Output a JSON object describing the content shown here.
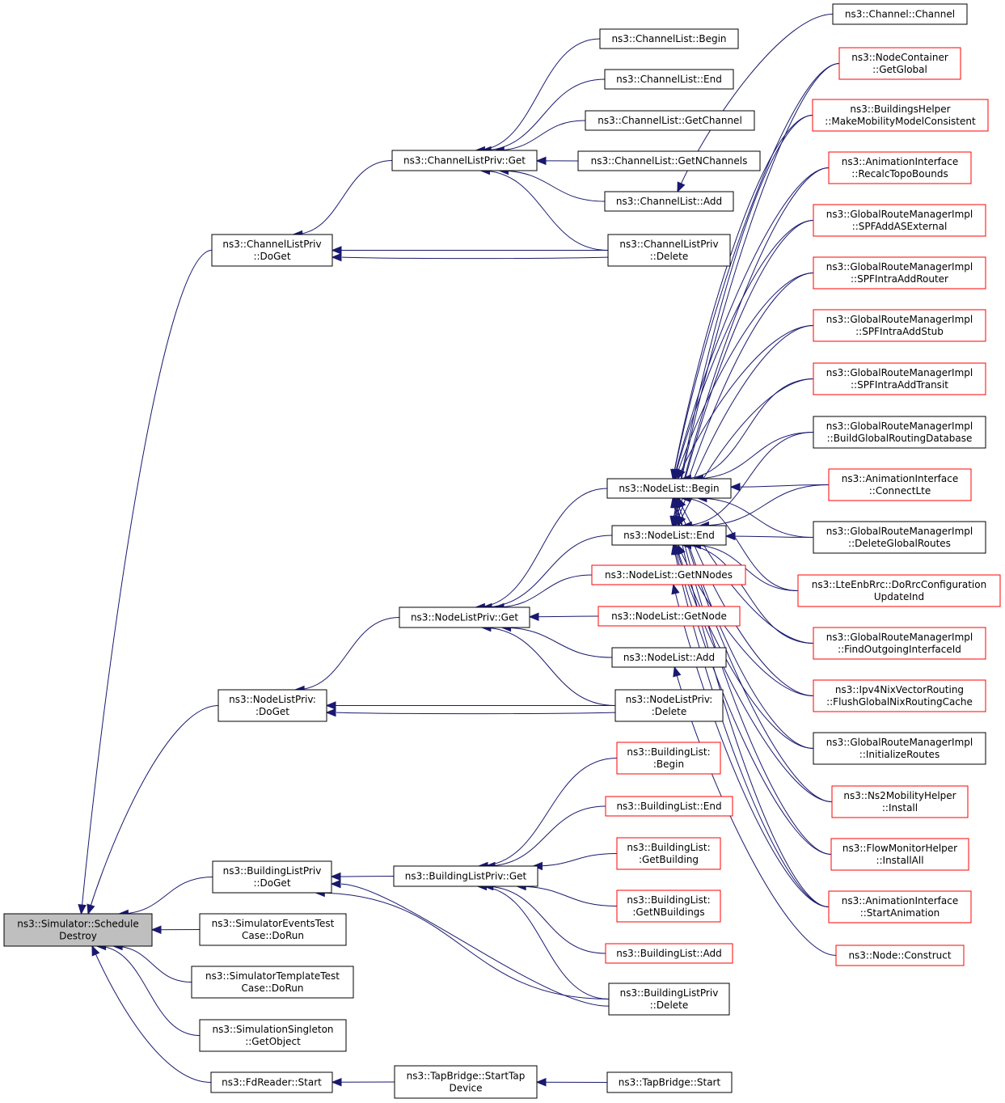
{
  "nodes": [
    {
      "id": "root",
      "lines": [
        "ns3::Simulator::Schedule",
        "Destroy"
      ],
      "style": "root"
    },
    {
      "id": "clp_doget",
      "lines": [
        "ns3::ChannelListPriv",
        "::DoGet"
      ],
      "style": "normal"
    },
    {
      "id": "nlp_doget",
      "lines": [
        "ns3::NodeListPriv:",
        ":DoGet"
      ],
      "style": "normal"
    },
    {
      "id": "blp_doget",
      "lines": [
        "ns3::BuildingListPriv",
        "::DoGet"
      ],
      "style": "normal"
    },
    {
      "id": "sim_events",
      "lines": [
        "ns3::SimulatorEventsTest",
        "Case::DoRun"
      ],
      "style": "normal"
    },
    {
      "id": "sim_template",
      "lines": [
        "ns3::SimulatorTemplateTest",
        "Case::DoRun"
      ],
      "style": "normal"
    },
    {
      "id": "sim_singleton",
      "lines": [
        "ns3::SimulationSingleton",
        "::GetObject"
      ],
      "style": "normal"
    },
    {
      "id": "fdreader",
      "lines": [
        "ns3::FdReader::Start"
      ],
      "style": "normal"
    },
    {
      "id": "clp_get",
      "lines": [
        "ns3::ChannelListPriv::Get"
      ],
      "style": "normal"
    },
    {
      "id": "nlp_get",
      "lines": [
        "ns3::NodeListPriv::Get"
      ],
      "style": "normal"
    },
    {
      "id": "blp_get",
      "lines": [
        "ns3::BuildingListPriv::Get"
      ],
      "style": "normal"
    },
    {
      "id": "tb_starttap",
      "lines": [
        "ns3::TapBridge::StartTap",
        "Device"
      ],
      "style": "normal"
    },
    {
      "id": "cl_begin",
      "lines": [
        "ns3::ChannelList::Begin"
      ],
      "style": "normal"
    },
    {
      "id": "cl_end",
      "lines": [
        "ns3::ChannelList::End"
      ],
      "style": "normal"
    },
    {
      "id": "cl_getchannel",
      "lines": [
        "ns3::ChannelList::GetChannel"
      ],
      "style": "normal"
    },
    {
      "id": "cl_getn",
      "lines": [
        "ns3::ChannelList::GetNChannels"
      ],
      "style": "normal"
    },
    {
      "id": "cl_add",
      "lines": [
        "ns3::ChannelList::Add"
      ],
      "style": "normal"
    },
    {
      "id": "clp_delete",
      "lines": [
        "ns3::ChannelListPriv",
        "::Delete"
      ],
      "style": "normal"
    },
    {
      "id": "nl_begin",
      "lines": [
        "ns3::NodeList::Begin"
      ],
      "style": "normal"
    },
    {
      "id": "nl_end",
      "lines": [
        "ns3::NodeList::End"
      ],
      "style": "normal"
    },
    {
      "id": "nl_getn",
      "lines": [
        "ns3::NodeList::GetNNodes"
      ],
      "style": "red"
    },
    {
      "id": "nl_getnode",
      "lines": [
        "ns3::NodeList::GetNode"
      ],
      "style": "red"
    },
    {
      "id": "nl_add",
      "lines": [
        "ns3::NodeList::Add"
      ],
      "style": "normal"
    },
    {
      "id": "nlp_delete",
      "lines": [
        "ns3::NodeListPriv:",
        ":Delete"
      ],
      "style": "normal"
    },
    {
      "id": "bl_begin",
      "lines": [
        "ns3::BuildingList:",
        ":Begin"
      ],
      "style": "red"
    },
    {
      "id": "bl_end",
      "lines": [
        "ns3::BuildingList::End"
      ],
      "style": "red"
    },
    {
      "id": "bl_getbuilding",
      "lines": [
        "ns3::BuildingList:",
        ":GetBuilding"
      ],
      "style": "red"
    },
    {
      "id": "bl_getn",
      "lines": [
        "ns3::BuildingList:",
        ":GetNBuildings"
      ],
      "style": "red"
    },
    {
      "id": "bl_add",
      "lines": [
        "ns3::BuildingList::Add"
      ],
      "style": "red"
    },
    {
      "id": "blp_delete",
      "lines": [
        "ns3::BuildingListPriv",
        "::Delete"
      ],
      "style": "normal"
    },
    {
      "id": "tb_start",
      "lines": [
        "ns3::TapBridge::Start"
      ],
      "style": "normal"
    },
    {
      "id": "ch_channel",
      "lines": [
        "ns3::Channel::Channel"
      ],
      "style": "normal"
    },
    {
      "id": "nc_global",
      "lines": [
        "ns3::NodeContainer",
        "::GetGlobal"
      ],
      "style": "red"
    },
    {
      "id": "bh_make",
      "lines": [
        "ns3::BuildingsHelper",
        "::MakeMobilityModelConsistent"
      ],
      "style": "red"
    },
    {
      "id": "ai_recalc",
      "lines": [
        "ns3::AnimationInterface",
        "::RecalcTopoBounds"
      ],
      "style": "red"
    },
    {
      "id": "grm_asext",
      "lines": [
        "ns3::GlobalRouteManagerImpl",
        "::SPFAddASExternal"
      ],
      "style": "red"
    },
    {
      "id": "grm_router",
      "lines": [
        "ns3::GlobalRouteManagerImpl",
        "::SPFIntraAddRouter"
      ],
      "style": "red"
    },
    {
      "id": "grm_stub",
      "lines": [
        "ns3::GlobalRouteManagerImpl",
        "::SPFIntraAddStub"
      ],
      "style": "red"
    },
    {
      "id": "grm_transit",
      "lines": [
        "ns3::GlobalRouteManagerImpl",
        "::SPFIntraAddTransit"
      ],
      "style": "red"
    },
    {
      "id": "grm_builddb",
      "lines": [
        "ns3::GlobalRouteManagerImpl",
        "::BuildGlobalRoutingDatabase"
      ],
      "style": "normal"
    },
    {
      "id": "ai_connectlte",
      "lines": [
        "ns3::AnimationInterface",
        "::ConnectLte"
      ],
      "style": "red"
    },
    {
      "id": "grm_delete",
      "lines": [
        "ns3::GlobalRouteManagerImpl",
        "::DeleteGlobalRoutes"
      ],
      "style": "normal"
    },
    {
      "id": "lte_dorrc",
      "lines": [
        "ns3::LteEnbRrc::DoRrcConfiguration",
        "UpdateInd"
      ],
      "style": "red"
    },
    {
      "id": "grm_findout",
      "lines": [
        "ns3::GlobalRouteManagerImpl",
        "::FindOutgoingInterfaceId"
      ],
      "style": "red"
    },
    {
      "id": "ipv4nix_flush",
      "lines": [
        "ns3::Ipv4NixVectorRouting",
        "::FlushGlobalNixRoutingCache"
      ],
      "style": "red"
    },
    {
      "id": "grm_initroutes",
      "lines": [
        "ns3::GlobalRouteManagerImpl",
        "::InitializeRoutes"
      ],
      "style": "normal"
    },
    {
      "id": "ns2_install",
      "lines": [
        "ns3::Ns2MobilityHelper",
        "::Install"
      ],
      "style": "red"
    },
    {
      "id": "fm_installall",
      "lines": [
        "ns3::FlowMonitorHelper",
        "::InstallAll"
      ],
      "style": "red"
    },
    {
      "id": "ai_startanim",
      "lines": [
        "ns3::AnimationInterface",
        "::StartAnimation"
      ],
      "style": "red"
    },
    {
      "id": "node_construct",
      "lines": [
        "ns3::Node::Construct"
      ],
      "style": "red"
    }
  ],
  "colors": {
    "edge": "#191970",
    "red_border": "#ff0000",
    "root_fill": "#bfbfbf",
    "border": "#000000"
  }
}
